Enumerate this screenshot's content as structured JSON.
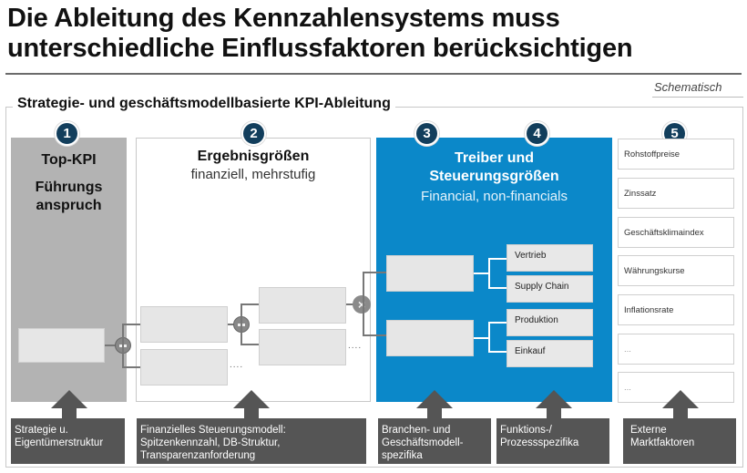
{
  "header": {
    "title_line1": "Die Ableitung des Kennzahlensystems muss",
    "title_line2": "unterschiedliche Einflussfaktoren berücksichtigen",
    "tag": "Schematisch"
  },
  "diagram": {
    "subtitle": "Strategie- und geschäftsmodellbasierte KPI-Ableitung",
    "colors": {
      "accent_blue": "#0b88c9",
      "badge_navy": "#123e5c",
      "top_kpi_gray": "#b3b3b3",
      "footer_dark": "#555555"
    },
    "badges": [
      "1",
      "2",
      "3",
      "4",
      "5"
    ],
    "columns": [
      {
        "title": "Top-KPI",
        "subtitle": "Führungs anspruch"
      },
      {
        "title": "Ergebnisgrößen",
        "subtitle": "finanziell, mehrstufig"
      },
      {
        "title_line1": "Treiber und",
        "title_line2": "Steuerungsgrößen",
        "subtitle": "Financial, non-financials"
      }
    ],
    "driver_boxes": [
      "Vertrieb",
      "Supply Chain",
      "Produktion",
      "Einkauf"
    ],
    "external_factors": [
      "Rohstoffpreise",
      "Zinssatz",
      "Geschäftsklimaindex",
      "Währungskurse",
      "Inflationsrate",
      "...",
      "..."
    ],
    "ellipsis": "....",
    "footers": [
      {
        "line1": "Strategie u.",
        "line2": "Eigentümerstruktur"
      },
      {
        "line1": "Finanzielles Steuerungsmodell:",
        "line2": "Spitzenkennzahl, DB-Struktur,",
        "line3": "Transparenzanforderung"
      },
      {
        "line1": "Branchen- und",
        "line2": "Geschäftsmodell-",
        "line3": "spezifika"
      },
      {
        "line1": "Funktions-/",
        "line2": "Prozessspezifika"
      },
      {
        "line1": "Externe",
        "line2": "Marktfaktoren"
      }
    ]
  }
}
